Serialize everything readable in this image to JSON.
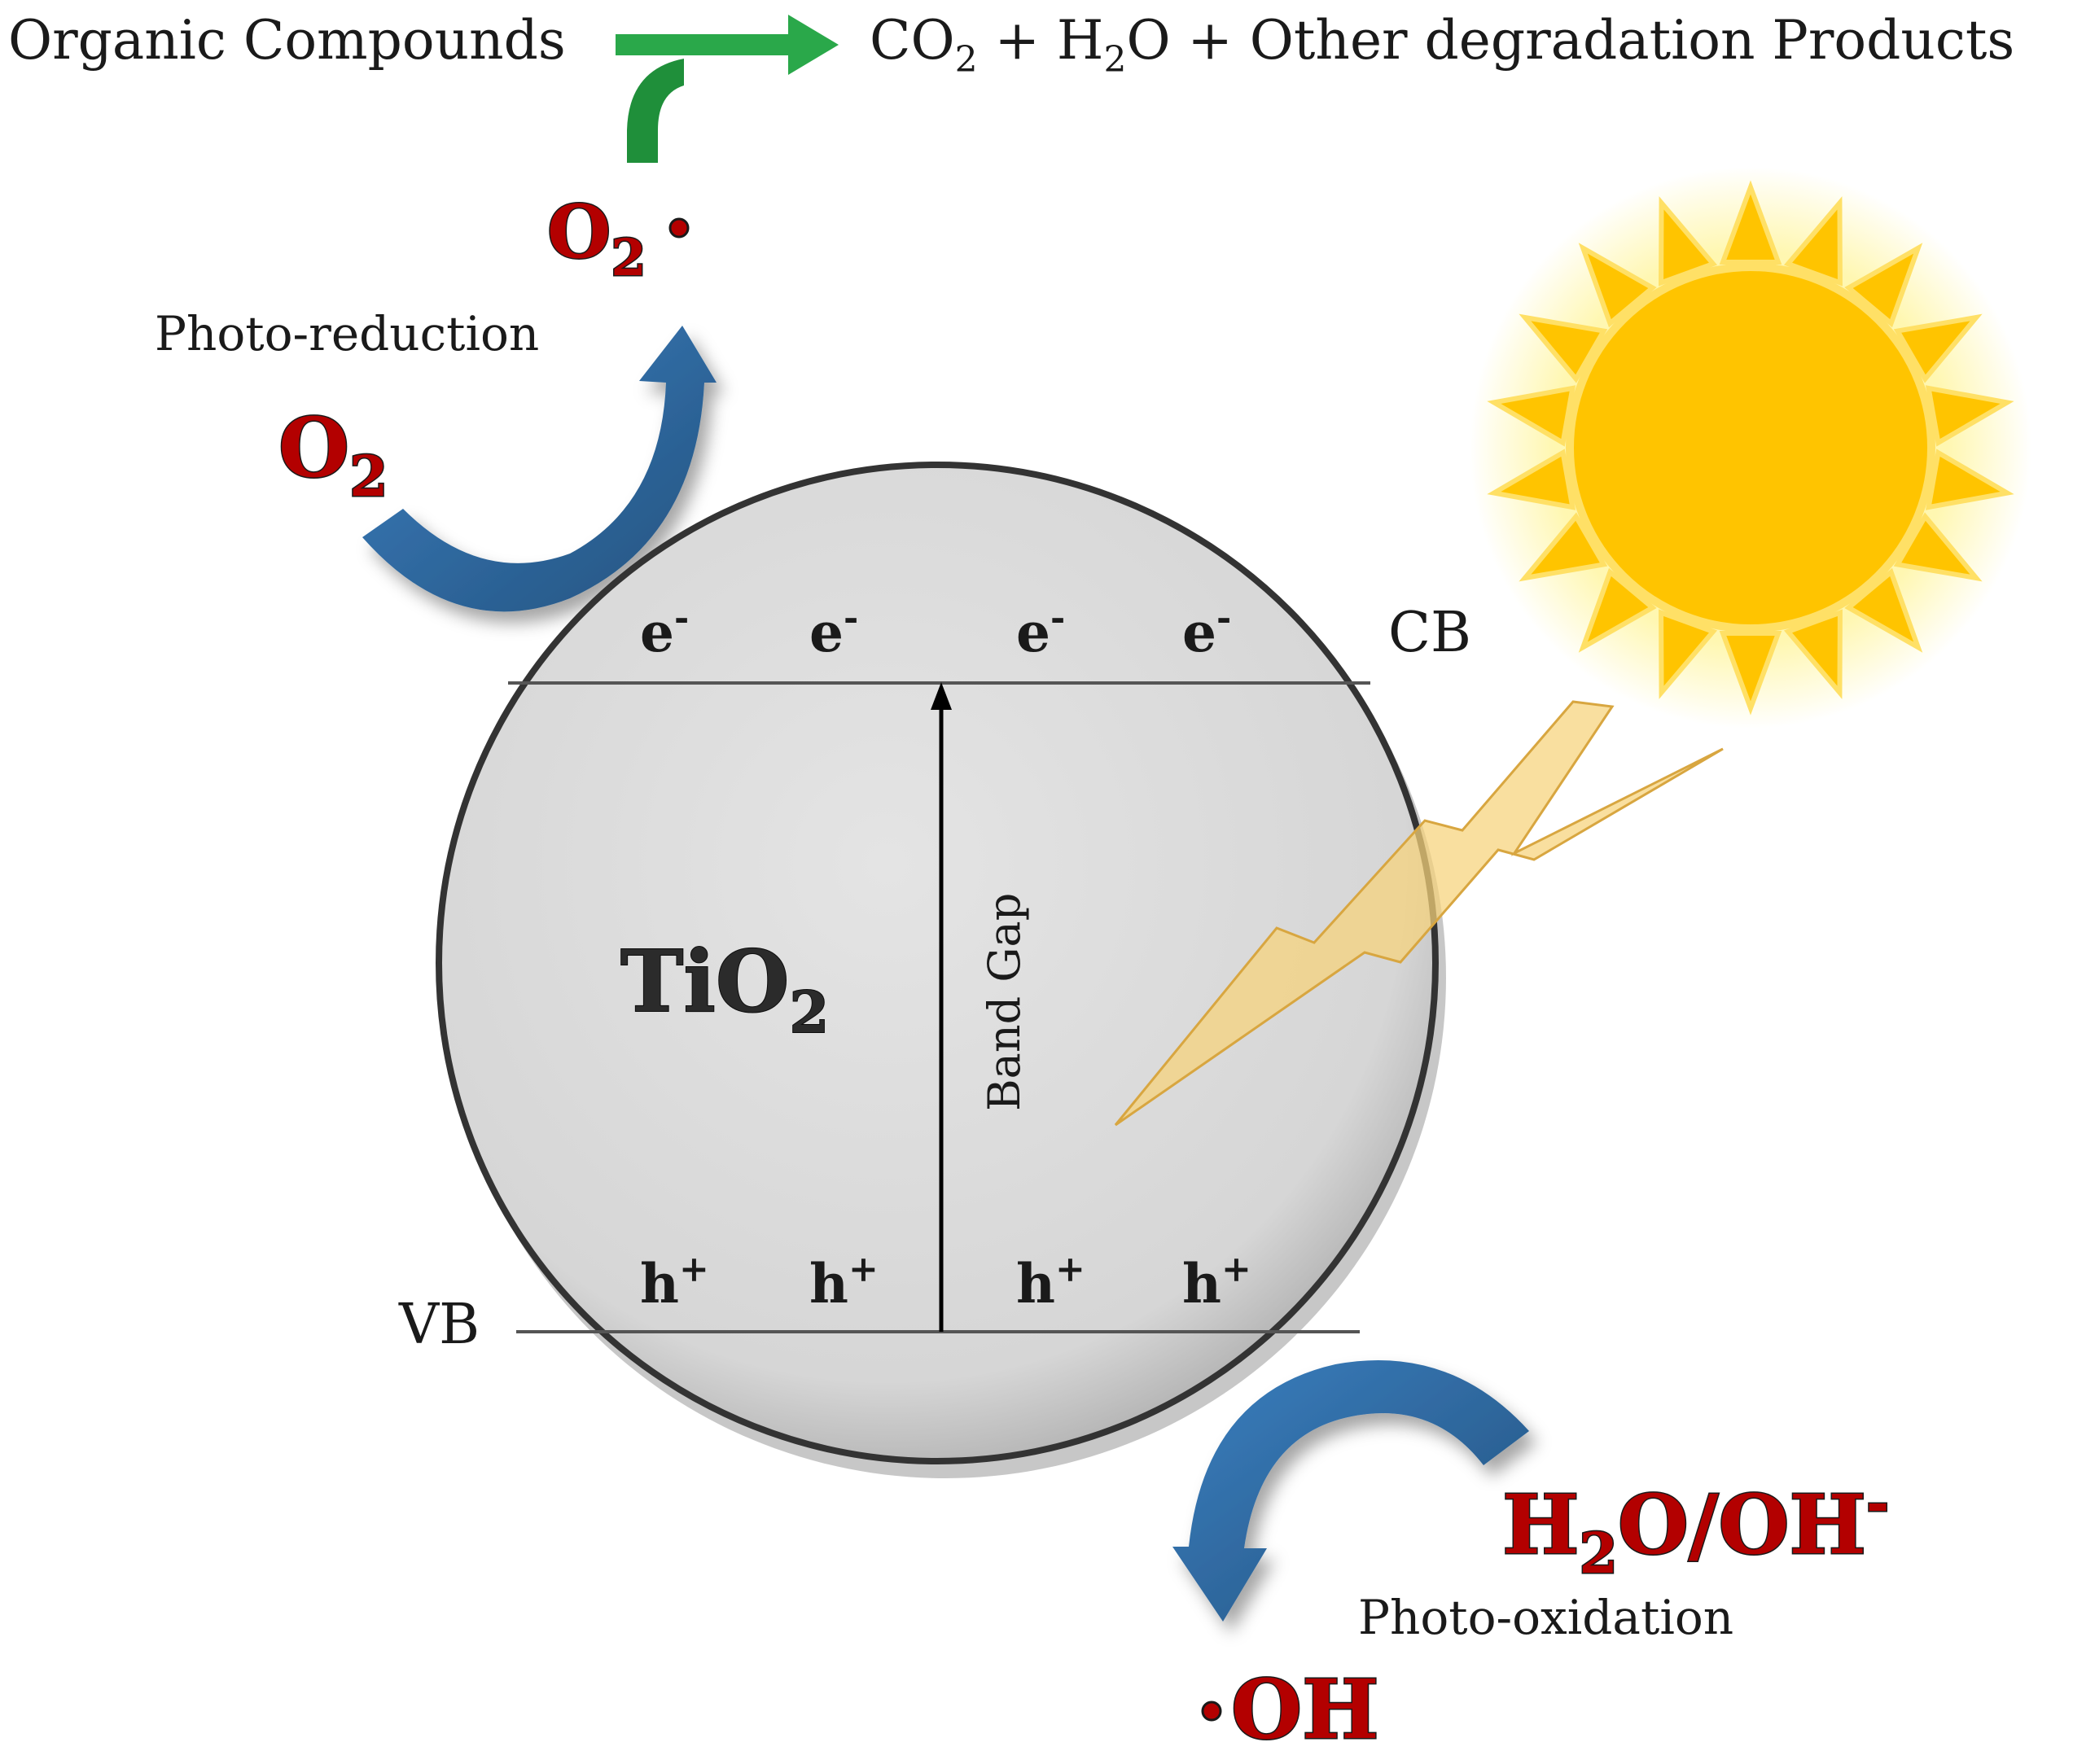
{
  "reaction": {
    "reactant": "Organic Compounds",
    "products": {
      "co": "CO",
      "co_sub": "2",
      "plus1": " + H",
      "h_sub": "2",
      "o_rest": "O + Other degradation Products"
    }
  },
  "superoxide": {
    "text": "O",
    "sub": "2",
    "dot": "•"
  },
  "photo_reduction": "Photo-reduction",
  "oxygen": {
    "text": "O",
    "sub": "2"
  },
  "particle": {
    "material": "TiO",
    "material_sub": "2",
    "cb_label": "CB",
    "vb_label": "VB",
    "band_gap": "Band Gap",
    "electron": "e",
    "electron_sup": "-",
    "hole": "h",
    "hole_sup": "+"
  },
  "water": {
    "h": "H",
    "sub": "2",
    "rest": "O/OH",
    "sup": "-"
  },
  "photo_oxidation": "Photo-oxidation",
  "hydroxyl": {
    "dot": "•",
    "text": "OH"
  },
  "colors": {
    "particle_fill": "#dcdcdc",
    "particle_stroke": "#555555",
    "arrow_blue": "#2e6da4",
    "arrow_green": "#2aa84a",
    "sun": "#ffc400",
    "lightning": "#f8dc8a",
    "radical_red": "#b30000"
  }
}
